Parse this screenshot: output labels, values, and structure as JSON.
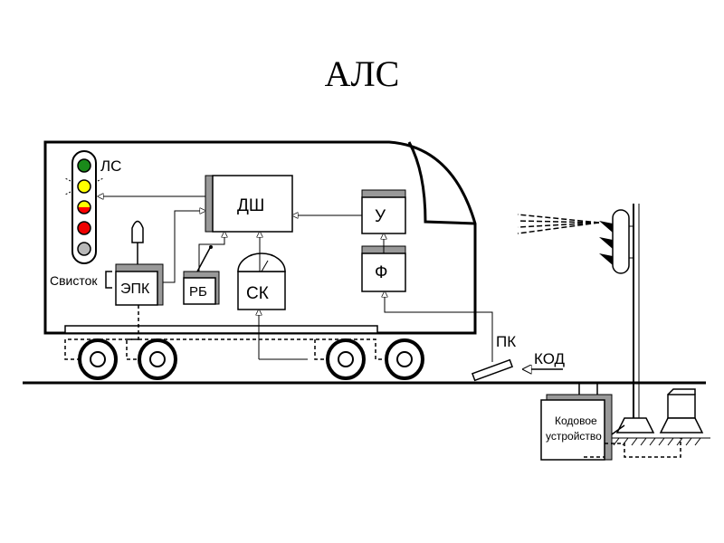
{
  "title": "АЛС",
  "labels": {
    "ls": "ЛС",
    "dsh": "ДШ",
    "u": "У",
    "f": "Ф",
    "epk": "ЭПК",
    "rb": "РБ",
    "sk": "СК",
    "svistok": "Свисток",
    "pk": "ПК",
    "kod": "КОД",
    "kodovoe_line1": "Кодовое",
    "kodovoe_line2": "устройство"
  },
  "colors": {
    "lamp_green": "#1a8a1a",
    "lamp_yellow": "#ffff00",
    "lamp_yellow_red": "#ff0000",
    "lamp_red": "#ee0000",
    "lamp_white": "#b8b8b8",
    "shadow": "#999999"
  }
}
